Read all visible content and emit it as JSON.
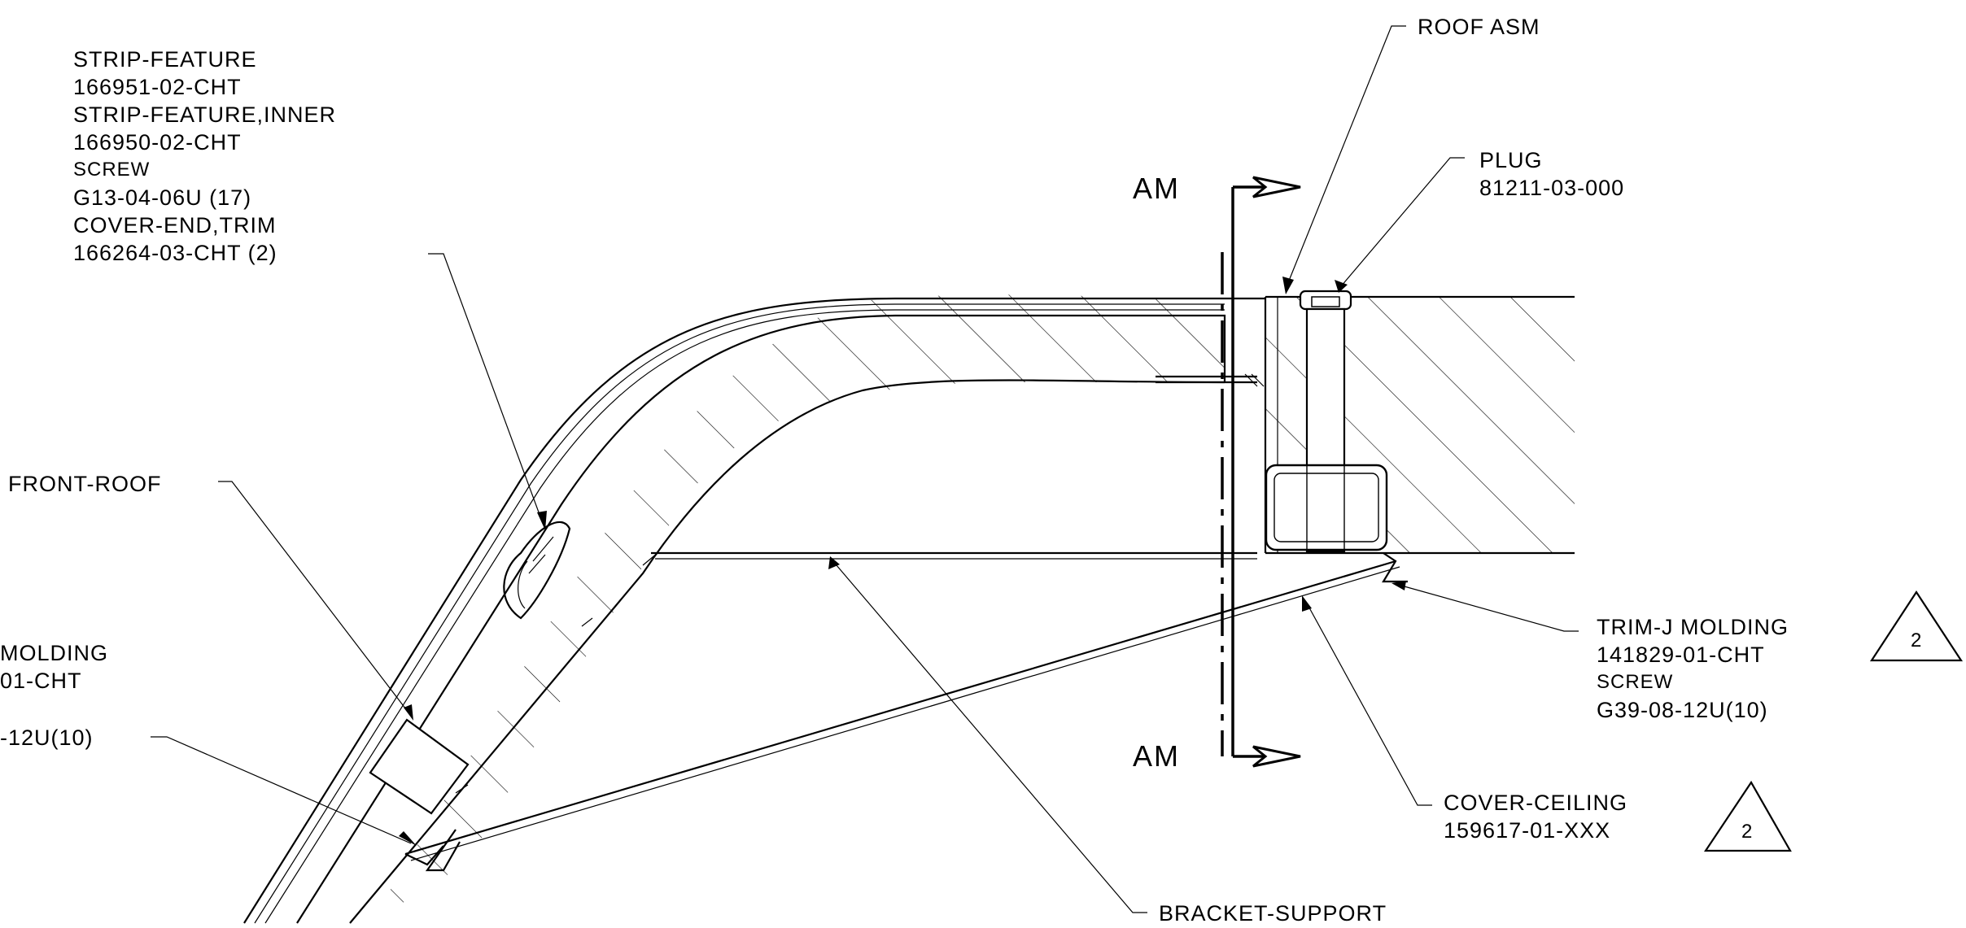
{
  "callouts": {
    "strip_group": [
      "STRIP-FEATURE",
      "166951-02-CHT",
      "STRIP-FEATURE,INNER",
      "166950-02-CHT",
      "SCREW",
      "G13-04-06U (17)",
      "COVER-END,TRIM",
      "166264-03-CHT (2)"
    ],
    "front_roof": "FRONT-ROOF",
    "left_molding_partial": "MOLDING",
    "left_part_partial": "01-CHT",
    "left_screw_partial": "-12U(10)",
    "roof_asm": "ROOF ASM",
    "plug": [
      "PLUG",
      "81211-03-000"
    ],
    "trim_j": [
      "TRIM-J MOLDING",
      "141829-01-CHT",
      "SCREW",
      "G39-08-12U(10)"
    ],
    "trim_j_rev": "2",
    "cover_ceiling": [
      "COVER-CEILING",
      "159617-01-XXX"
    ],
    "cover_ceiling_rev": "2",
    "bracket_support": "BRACKET-SUPPORT"
  },
  "section": {
    "top": "AM",
    "bottom": "AM"
  }
}
